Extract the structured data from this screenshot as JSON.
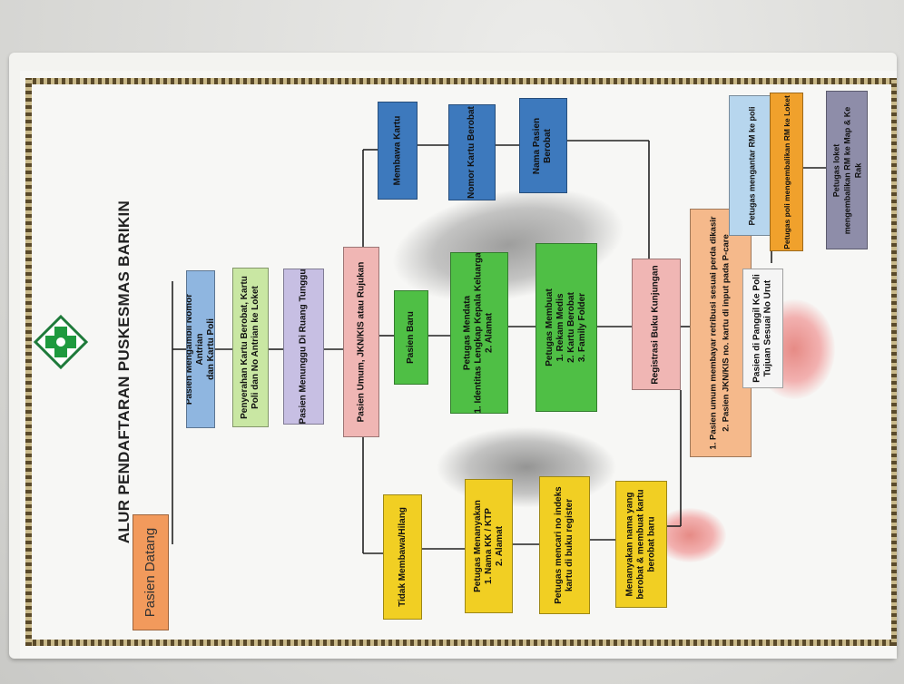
{
  "title": "ALUR PENDAFTARAN PUSKESMAS BARIKIN",
  "logo_icon": "puskesmas-cross-logo",
  "colors": {
    "orange": "#f29a5c",
    "blue": "#8fb6e0",
    "light_green": "#c9e7a3",
    "lavender": "#c7bfe3",
    "pink": "#f0b6b4",
    "green": "#4fbf45",
    "dark_blue": "#3d79bd",
    "yellow": "#f1cf23",
    "light_orange": "#f5b98b",
    "dark_orange": "#f0a12c",
    "slate": "#8e8da9",
    "white": "#f5f5f5",
    "light_blue": "#b7d6ee"
  },
  "nodes": {
    "pasien_datang": "Pasien Datang",
    "ambil_nomor": [
      "Pasien Mengambil Nomor",
      "Antrian",
      "dan Kartu Poli"
    ],
    "penyerahan": [
      "Penyerahan Kartu Berobat, Kartu",
      "Poli dan No Antrian ke Loket"
    ],
    "menunggu": "Pasien Menunggu  Di Ruang Tunggu",
    "pasien_umum": "Pasien Umum, JKN/KIS atau Rujukan",
    "pasien_baru": "Pasien Baru",
    "petugas_mendata": [
      "Petugas Mendata",
      "1. Identitas Lengkap Kepala Keluarga",
      "2. Alamat"
    ],
    "petugas_membuat": [
      "Petugas Membuat",
      "1. Rekam Medis",
      "2. Kartu Berobat",
      "3. Family Folder"
    ],
    "registrasi": "Registrasi Buku Kunjungan",
    "bayar": [
      "1. Pasien umum membayar retribusi sesuai perda dikasir",
      "2. Pasien JKN/KIS no. kartu di input pada P-care"
    ],
    "membawa_kartu": "Membawa Kartu",
    "nomor_kartu": "Nomor Kartu Berobat",
    "nama_pasien": [
      "Nama Pasien",
      "Berobat"
    ],
    "tidak_membawa": "Tidak Membawa/Hilang",
    "menanyakan": [
      "Petugas Menanyakan",
      "1. Nama KK   / KTP",
      "2. Alamat"
    ],
    "mencari": [
      "Petugas mencari no indeks",
      "kartu di buku register"
    ],
    "nama_yang_berobat": [
      "Menanyakan nama yang",
      "berobat & membuat kartu",
      "berobat baru"
    ],
    "panggil_poli": [
      "Pasien di Panggil Ke Poli",
      "Tujuan Sesuai No Urut"
    ],
    "rm_ke_poli": "Petugas mengantar RM ke poli",
    "rm_ke_loket": "Petugas poli mengembalikan RM ke Loket",
    "petugas_loket": [
      "Petugas loket",
      "mengembalikan RM ke Map & Ke",
      "Rak"
    ]
  }
}
